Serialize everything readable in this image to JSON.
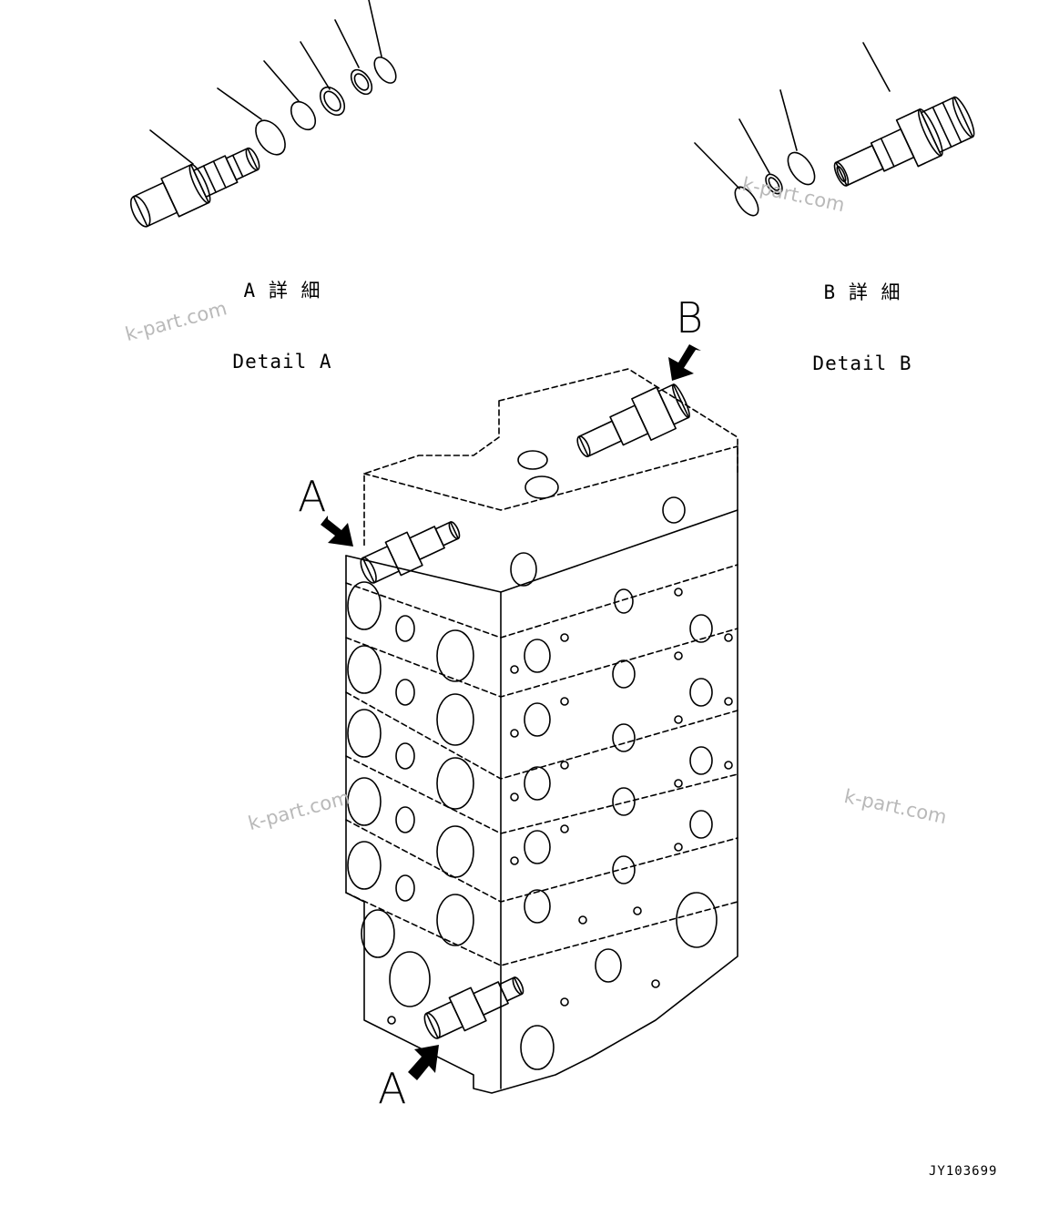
{
  "detail_a": {
    "jp": "A 詳 細",
    "en": "Detail A"
  },
  "detail_b": {
    "jp": "B 詳 細",
    "en": "Detail B"
  },
  "view_labels": {
    "a_top": "A",
    "a_bottom": "A",
    "b": "B"
  },
  "watermark": "k-part.com",
  "drawing_code": "JY103699",
  "colors": {
    "line": "#000000",
    "watermark": "#b9b9b9"
  }
}
